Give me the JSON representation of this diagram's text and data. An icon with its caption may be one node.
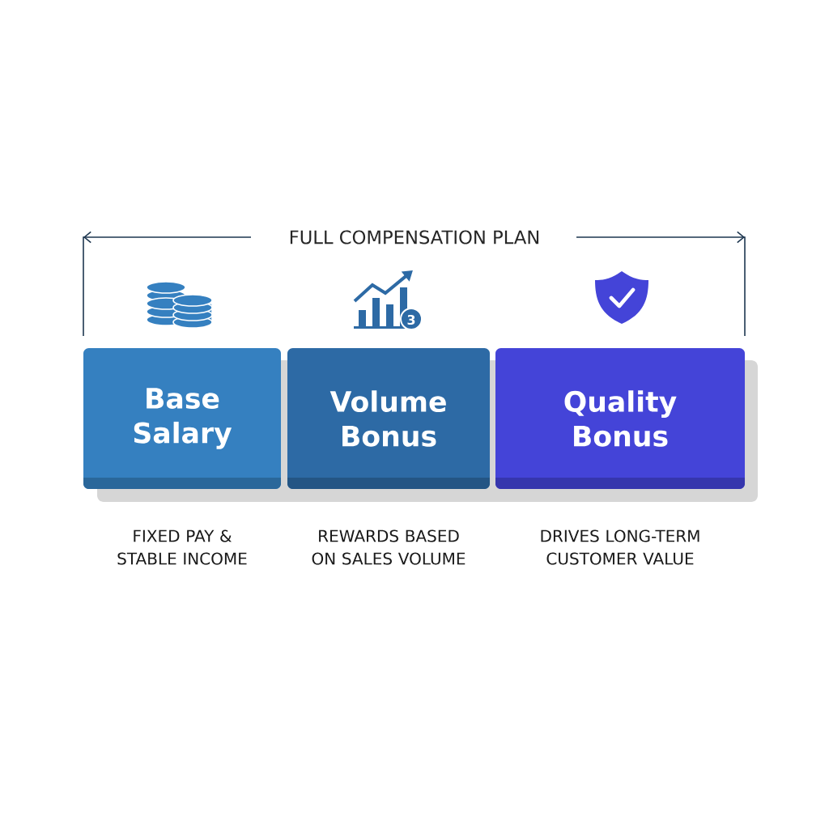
{
  "diagram": {
    "title": "FULL COMPENSATION PLAN",
    "nodes": [
      {
        "text": [
          "Base Salary"
        ],
        "beside": [
          "FIXED PAY & STABLE INCOME"
        ]
      },
      {
        "text": [
          "Volume Bonus"
        ],
        "beside": [
          "REWARDS BASED ON SALES VOLUME"
        ]
      },
      {
        "text": [
          "Quality Bonus"
        ],
        "beside": [
          "DRIVES LONG-TERM CUSTOMER VALUE"
        ]
      }
    ],
    "labels": [
      "3"
    ]
  }
}
